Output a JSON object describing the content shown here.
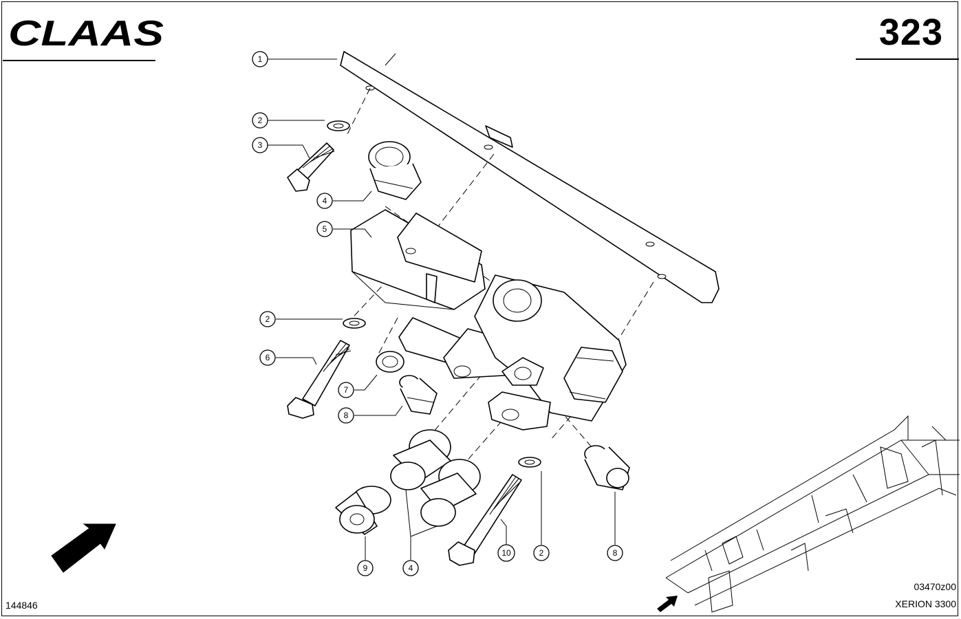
{
  "header": {
    "brand": "CLAAS",
    "page_number": "323"
  },
  "footer": {
    "drawing_id": "144846",
    "reference_code": "03470z00",
    "model": "XERION 3300"
  },
  "callouts": [
    {
      "number": "1"
    },
    {
      "number": "2"
    },
    {
      "number": "3"
    },
    {
      "number": "4"
    },
    {
      "number": "5"
    },
    {
      "number": "2"
    },
    {
      "number": "6"
    },
    {
      "number": "7"
    },
    {
      "number": "8"
    },
    {
      "number": "9"
    },
    {
      "number": "4"
    },
    {
      "number": "10"
    },
    {
      "number": "2"
    },
    {
      "number": "8"
    }
  ]
}
